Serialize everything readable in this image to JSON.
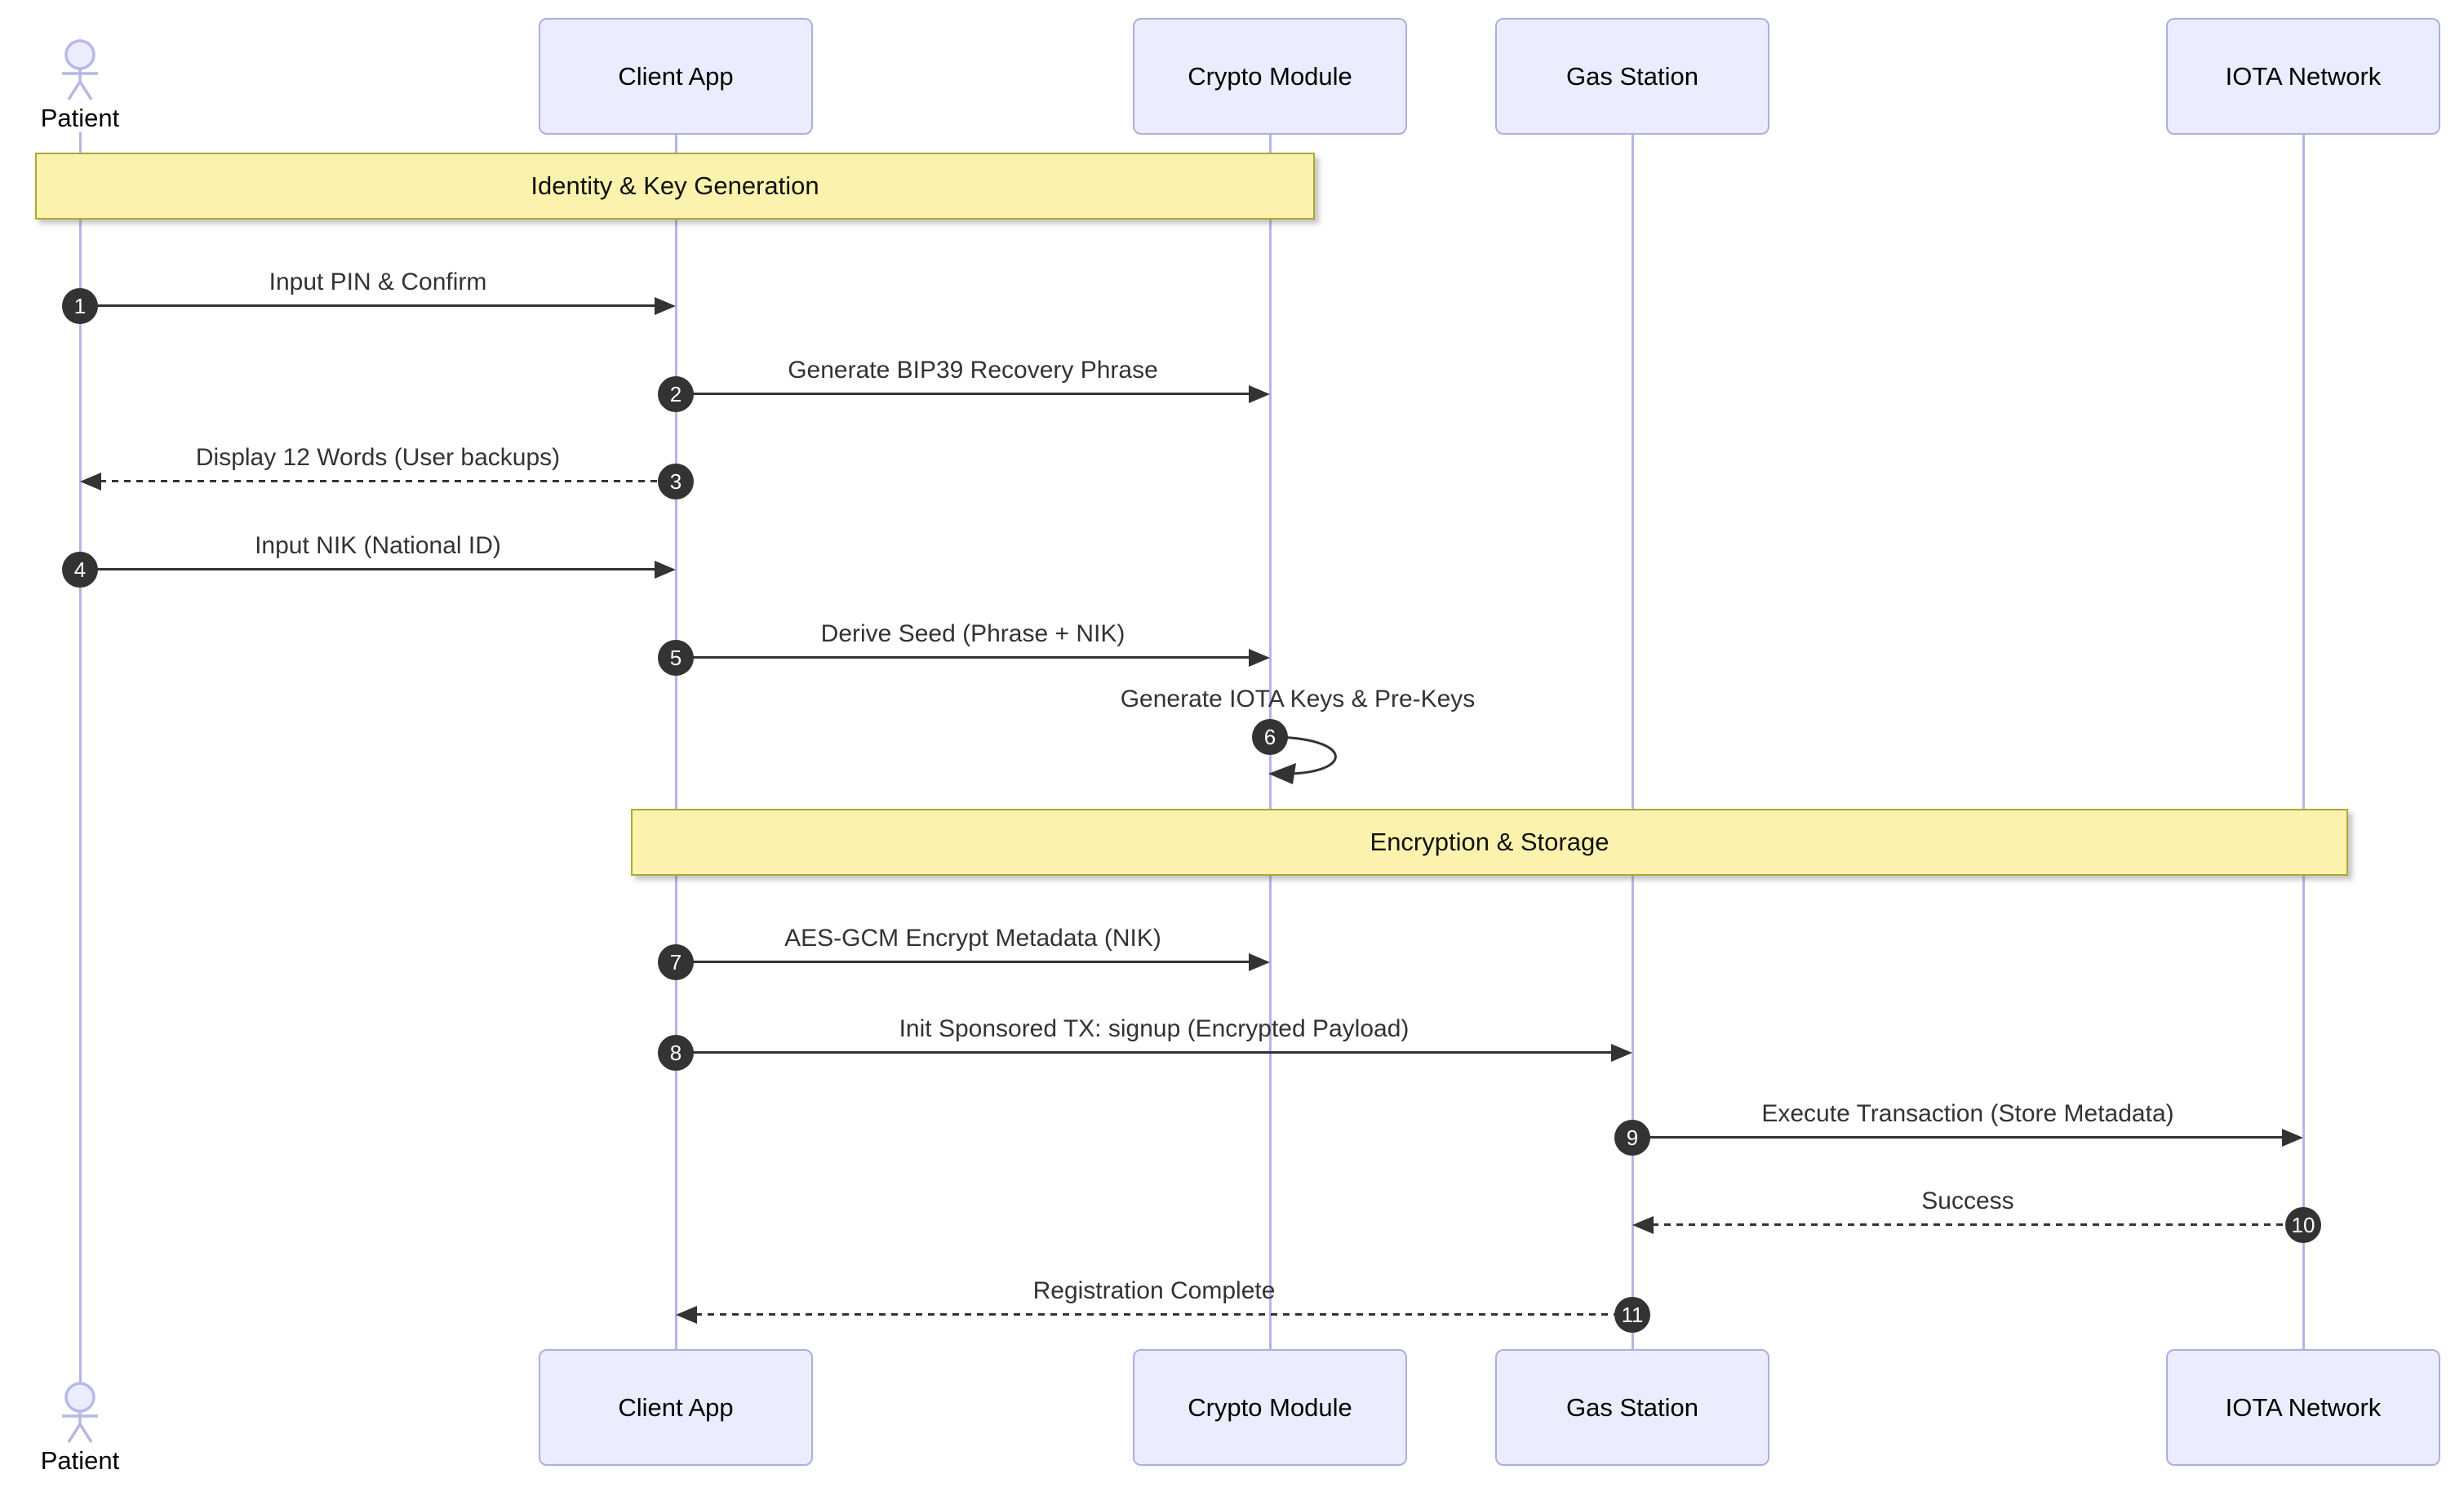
{
  "diagram": {
    "type": "sequence-diagram",
    "actors": [
      {
        "name": "Patient",
        "kind": "actor"
      },
      {
        "name": "Client App",
        "kind": "participant"
      },
      {
        "name": "Crypto Module",
        "kind": "participant"
      },
      {
        "name": "Gas Station",
        "kind": "participant"
      },
      {
        "name": "IOTA Network",
        "kind": "participant"
      }
    ],
    "notes": [
      {
        "label": "Identity & Key Generation",
        "over": [
          "Patient",
          "Crypto Module"
        ]
      },
      {
        "label": "Encryption & Storage",
        "over": [
          "Client App",
          "IOTA Network"
        ]
      }
    ],
    "messages": [
      {
        "seq": "1",
        "from": "Patient",
        "to": "Client App",
        "label": "Input PIN & Confirm",
        "style": "solid"
      },
      {
        "seq": "2",
        "from": "Client App",
        "to": "Crypto Module",
        "label": "Generate BIP39 Recovery Phrase",
        "style": "solid"
      },
      {
        "seq": "3",
        "from": "Client App",
        "to": "Patient",
        "label": "Display 12 Words (User backups)",
        "style": "dashed"
      },
      {
        "seq": "4",
        "from": "Patient",
        "to": "Client App",
        "label": "Input NIK (National ID)",
        "style": "solid"
      },
      {
        "seq": "5",
        "from": "Client App",
        "to": "Crypto Module",
        "label": "Derive Seed (Phrase + NIK)",
        "style": "solid"
      },
      {
        "seq": "6",
        "from": "Crypto Module",
        "to": "Crypto Module",
        "label": "Generate IOTA Keys & Pre-Keys",
        "style": "self"
      },
      {
        "seq": "7",
        "from": "Client App",
        "to": "Crypto Module",
        "label": "AES-GCM Encrypt Metadata (NIK)",
        "style": "solid"
      },
      {
        "seq": "8",
        "from": "Client App",
        "to": "Gas Station",
        "label": "Init Sponsored TX: signup (Encrypted Payload)",
        "style": "solid"
      },
      {
        "seq": "9",
        "from": "Gas Station",
        "to": "IOTA Network",
        "label": "Execute Transaction (Store Metadata)",
        "style": "solid"
      },
      {
        "seq": "10",
        "from": "IOTA Network",
        "to": "Gas Station",
        "label": "Success",
        "style": "dashed"
      },
      {
        "seq": "11",
        "from": "Gas Station",
        "to": "Client App",
        "label": "Registration Complete",
        "style": "dashed"
      }
    ],
    "colors": {
      "actor_fill": "#ECECFF",
      "actor_border": "#AEAEE0",
      "note_fill": "#FBF3AD",
      "note_border": "#AAAA33",
      "lifeline": "#B5B5E9",
      "message_line": "#333333",
      "badge_fill": "#333333",
      "badge_text": "#FFFFFF"
    }
  }
}
